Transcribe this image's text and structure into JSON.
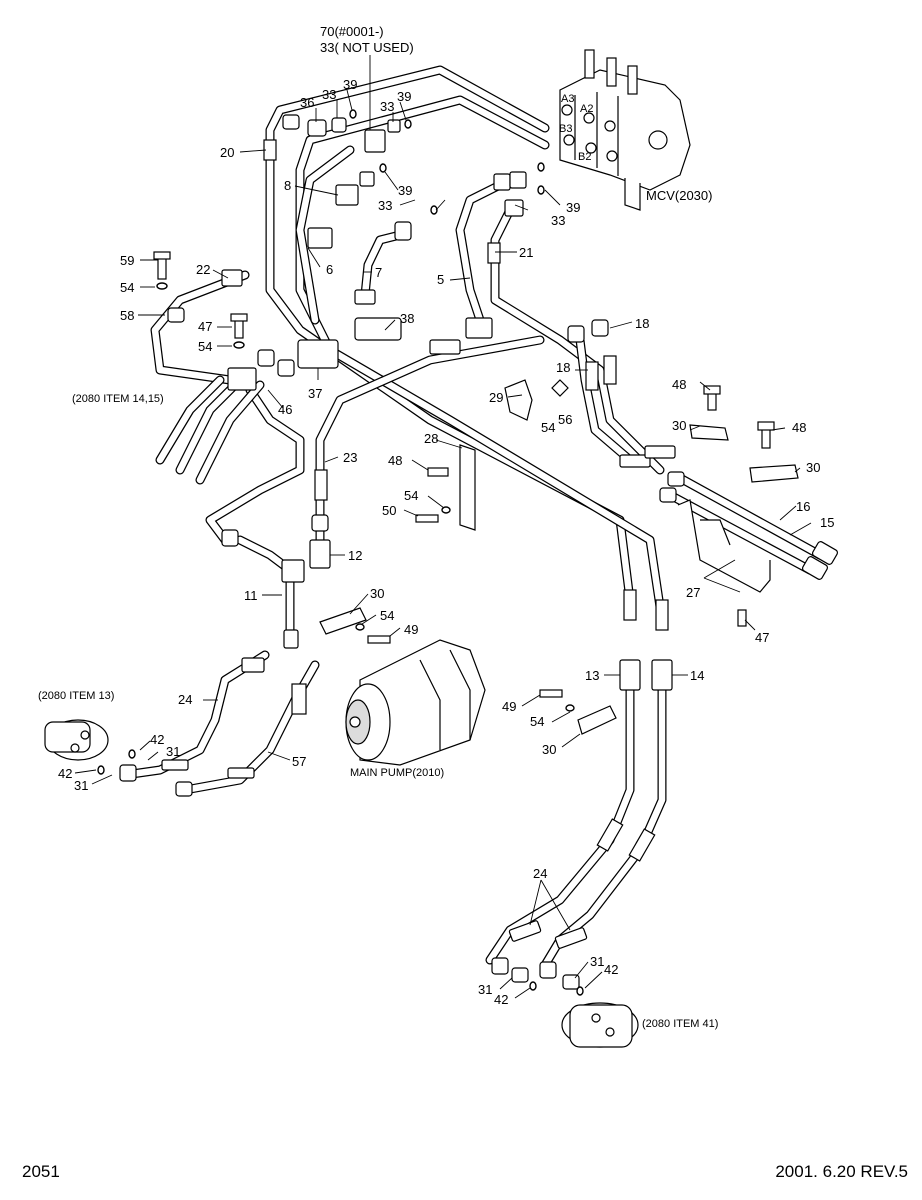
{
  "page": {
    "page_number": "2051",
    "revision": "2001. 6.20 REV.5"
  },
  "notes": {
    "top_note_line1": "70(#0001-)",
    "top_note_line2": "33( NOT USED)"
  },
  "components": {
    "mcv": "MCV(2030)",
    "main_pump": "MAIN PUMP(2010)",
    "ref_14_15": "(2080 ITEM 14,15)",
    "ref_13": "(2080 ITEM 13)",
    "ref_41": "(2080 ITEM 41)"
  },
  "callouts": [
    "70(#0001-)",
    "39",
    "33",
    "36",
    "33",
    "39",
    "20",
    "8",
    "39",
    "33",
    "39",
    "33",
    "MCV(2030)",
    "21",
    "7",
    "6",
    "5",
    "59",
    "22",
    "54",
    "58",
    "47",
    "54",
    "38",
    "18",
    "18",
    "37",
    "46",
    "(2080 ITEM 14,15)",
    "48",
    "29",
    "56",
    "54",
    "30",
    "48",
    "23",
    "28",
    "48",
    "30",
    "54",
    "16",
    "50",
    "15",
    "12",
    "30",
    "11",
    "54",
    "49",
    "27",
    "47",
    "(2080 ITEM 13)",
    "24",
    "42",
    "31",
    "42",
    "31",
    "57",
    "MAIN PUMP(2010)",
    "13",
    "14",
    "49",
    "54",
    "30",
    "24",
    "31",
    "42",
    "31",
    "42",
    "(2080 ITEM 41)"
  ]
}
